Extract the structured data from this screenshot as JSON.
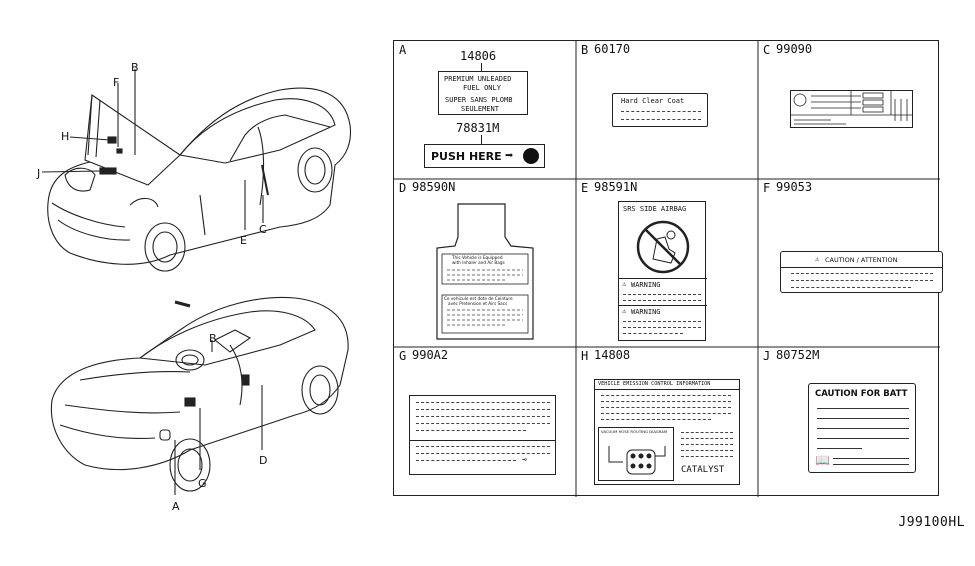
{
  "diagram_code": "J99100HL",
  "callouts": {
    "a": "A",
    "b": "B",
    "c": "C",
    "d": "D",
    "e": "E",
    "f": "F",
    "g": "G",
    "h": "H",
    "j": "J"
  },
  "cells": {
    "a": {
      "letter": "A",
      "part1": "14806",
      "fuel_line1": "PREMIUM UNLEADED",
      "fuel_line2": "FUEL ONLY",
      "fuel_line3": "SUPER SANS PLOMB",
      "fuel_line4": "SEULEMENT",
      "part2": "78831M",
      "push_text": "PUSH HERE"
    },
    "b": {
      "letter": "B",
      "part": "60170",
      "label_title": "Hard Clear Coat"
    },
    "c": {
      "letter": "C",
      "part": "99090"
    },
    "d": {
      "letter": "D",
      "part": "98590N",
      "line1": "This Vehicle is Equipped",
      "line2": "with Inhaler and Air Bags",
      "line3": "Ce vehicule est dote de Ceinture",
      "line4": "avec Pretension et Airs Sacs"
    },
    "e": {
      "letter": "E",
      "part": "98591N",
      "title": "SRS SIDE AIRBAG",
      "warning1": "WARNING",
      "warning2": "WARNING"
    },
    "f": {
      "letter": "F",
      "part": "99053",
      "title": "CAUTION / ATTENTION"
    },
    "g": {
      "letter": "G",
      "part": "990A2"
    },
    "h": {
      "letter": "H",
      "part": "14808",
      "title": "VEHICLE EMISSION CONTROL INFORMATION",
      "hose": "VACUUM HOSE ROUTING DIAGRAM",
      "catalyst": "CATALYST"
    },
    "j": {
      "letter": "J",
      "part": "80752M",
      "title": "CAUTION FOR BATT"
    }
  }
}
